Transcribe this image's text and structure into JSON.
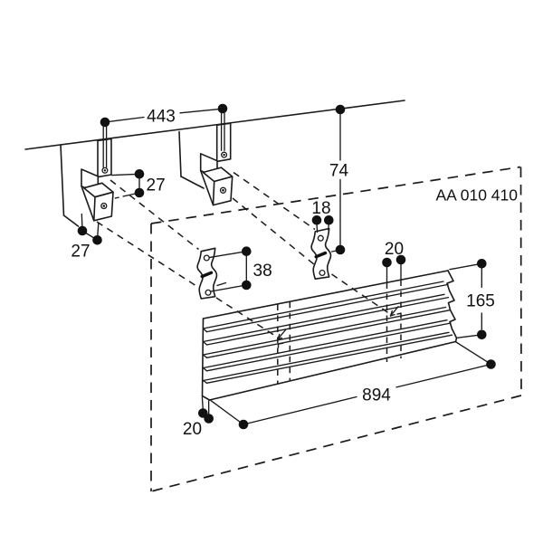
{
  "diagram": {
    "part_number": "AA 010 410",
    "dims": {
      "d443": "443",
      "d27_top": "27",
      "d27_bottom": "27",
      "d74": "74",
      "d18": "18",
      "d38": "38",
      "d20_top": "20",
      "d165": "165",
      "d894": "894",
      "d20_bottom": "20"
    },
    "colors": {
      "ink": "#1a1a1a",
      "background": "#ffffff"
    }
  }
}
